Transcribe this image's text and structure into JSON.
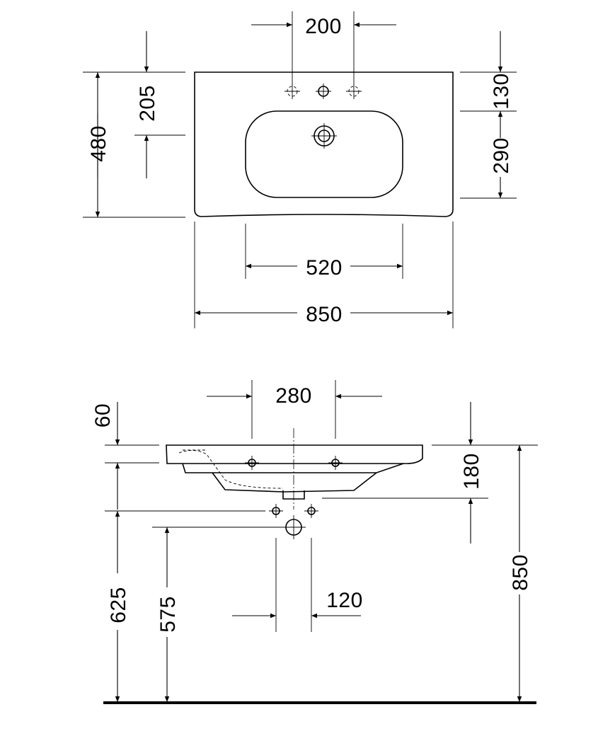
{
  "top_view": {
    "dim_tap_spacing": "200",
    "dim_depth_to_tap": "205",
    "dim_total_depth": "480",
    "dim_back_to_tap": "130",
    "dim_bowl_depth": "290",
    "dim_bowl_width": "520",
    "dim_total_width": "850"
  },
  "side_view": {
    "dim_fixing_spacing": "280",
    "dim_rim_thickness": "60",
    "dim_basin_height": "180",
    "dim_overall_height": "850",
    "dim_waste_height_625": "625",
    "dim_waste_height_575": "575",
    "dim_waste_spacing": "120"
  }
}
